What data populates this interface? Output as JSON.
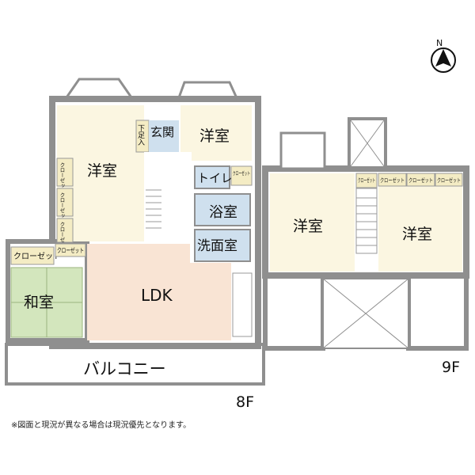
{
  "floor8": {
    "floor_label": "8F",
    "rooms": {
      "western_main": "洋室",
      "entrance": "玄関",
      "shoe_storage": "下足入",
      "western_ne": "洋室",
      "toilet": "トイレ",
      "toilet_closet": "クローゼット",
      "bath": "浴室",
      "washroom": "洗面室",
      "closet_a": "クローゼット",
      "closet_b": "クローゼット",
      "closet_c": "クローゼット",
      "closet_japanese": "クローゼット",
      "closet_small": "クローゼット",
      "japanese": "和室",
      "ldk": "LDK",
      "balcony": "バルコニー"
    }
  },
  "floor9": {
    "floor_label": "9F",
    "rooms": {
      "western_left": "洋室",
      "western_right": "洋室",
      "closet_stair": "クローゼット",
      "closet_r1": "クローゼット",
      "closet_r2": "クローゼット",
      "closet_r3": "クローゼット"
    }
  },
  "compass": {
    "label": "N"
  },
  "note": "※図面と現況が異なる場合は現況優先となります。",
  "colors": {
    "western": "#fbf6e1",
    "ldk": "#f9e4d4",
    "japanese": "#d3e6bd",
    "tile_blue": "#cfe0ee",
    "closet_fill": "#f4ecc4",
    "wall": "#8f8f8f"
  }
}
